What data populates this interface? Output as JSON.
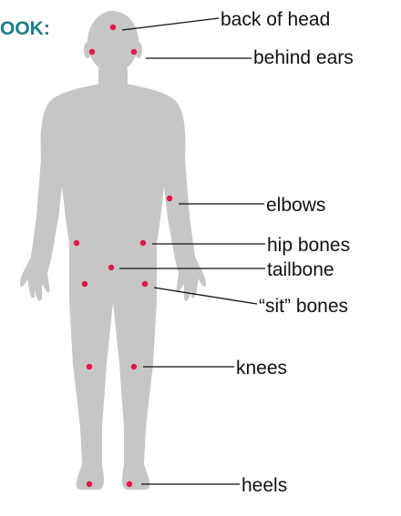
{
  "header": {
    "text": "OOK:",
    "color": "#1d7d86"
  },
  "colors": {
    "body": "#c6c6c6",
    "dot": "#e0174a",
    "line": "#111111"
  },
  "pressure_points": [
    {
      "id": "back-of-head",
      "label": "back of head"
    },
    {
      "id": "behind-ears",
      "label": "behind ears"
    },
    {
      "id": "elbows",
      "label": "elbows"
    },
    {
      "id": "hip-bones",
      "label": "hip bones"
    },
    {
      "id": "tailbone",
      "label": "tailbone"
    },
    {
      "id": "sit-bones",
      "label": "“sit” bones"
    },
    {
      "id": "knees",
      "label": "knees"
    },
    {
      "id": "heels",
      "label": "heels"
    }
  ]
}
